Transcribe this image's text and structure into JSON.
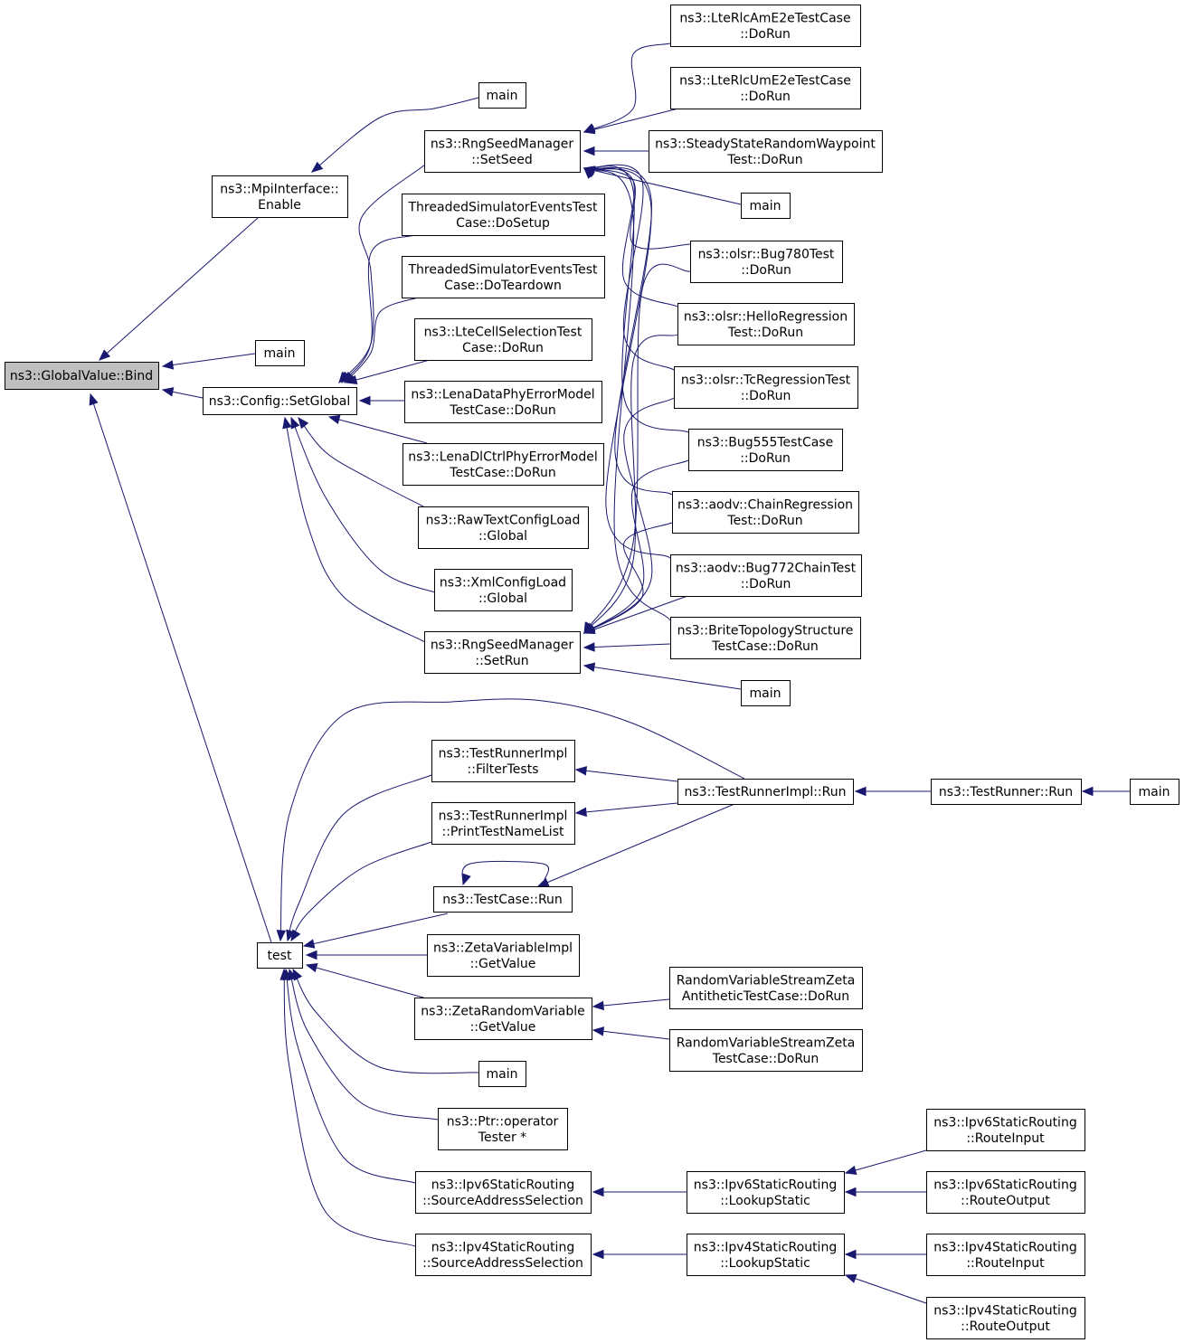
{
  "graph": {
    "colors": {
      "edge": "#191970",
      "root_fill": "#bfbfbf",
      "node_fill": "#ffffff",
      "border": "#000000"
    },
    "nodes": [
      {
        "id": "bind",
        "lines": [
          "ns3::GlobalValue::Bind"
        ],
        "root": true
      },
      {
        "id": "enable",
        "lines": [
          "ns3::MpiInterface::",
          "Enable"
        ]
      },
      {
        "id": "main_a",
        "lines": [
          "main"
        ]
      },
      {
        "id": "setglobal",
        "lines": [
          "ns3::Config::SetGlobal"
        ]
      },
      {
        "id": "test",
        "lines": [
          "test"
        ]
      },
      {
        "id": "main_b",
        "lines": [
          "main"
        ]
      },
      {
        "id": "setseed",
        "lines": [
          "ns3::RngSeedManager",
          "::SetSeed"
        ]
      },
      {
        "id": "tse_setup",
        "lines": [
          "ThreadedSimulatorEventsTest",
          "Case::DoSetup"
        ]
      },
      {
        "id": "tse_teardown",
        "lines": [
          "ThreadedSimulatorEventsTest",
          "Case::DoTeardown"
        ]
      },
      {
        "id": "ltecell",
        "lines": [
          "ns3::LteCellSelectionTest",
          "Case::DoRun"
        ]
      },
      {
        "id": "lenadata",
        "lines": [
          "ns3::LenaDataPhyErrorModel",
          "TestCase::DoRun"
        ]
      },
      {
        "id": "lenadl",
        "lines": [
          "ns3::LenaDlCtrlPhyErrorModel",
          "TestCase::DoRun"
        ]
      },
      {
        "id": "rawtext",
        "lines": [
          "ns3::RawTextConfigLoad",
          "::Global"
        ]
      },
      {
        "id": "xmlcfg",
        "lines": [
          "ns3::XmlConfigLoad",
          "::Global"
        ]
      },
      {
        "id": "setrun",
        "lines": [
          "ns3::RngSeedManager",
          "::SetRun"
        ]
      },
      {
        "id": "rlcam",
        "lines": [
          "ns3::LteRlcAmE2eTestCase",
          "::DoRun"
        ]
      },
      {
        "id": "rlcum",
        "lines": [
          "ns3::LteRlcUmE2eTestCase",
          "::DoRun"
        ]
      },
      {
        "id": "steady",
        "lines": [
          "ns3::SteadyStateRandomWaypoint",
          "Test::DoRun"
        ]
      },
      {
        "id": "main_c",
        "lines": [
          "main"
        ]
      },
      {
        "id": "bug780",
        "lines": [
          "ns3::olsr::Bug780Test",
          "::DoRun"
        ]
      },
      {
        "id": "hello",
        "lines": [
          "ns3::olsr::HelloRegression",
          "Test::DoRun"
        ]
      },
      {
        "id": "tcreg",
        "lines": [
          "ns3::olsr::TcRegressionTest",
          "::DoRun"
        ]
      },
      {
        "id": "bug555",
        "lines": [
          "ns3::Bug555TestCase",
          "::DoRun"
        ]
      },
      {
        "id": "chainreg",
        "lines": [
          "ns3::aodv::ChainRegression",
          "Test::DoRun"
        ]
      },
      {
        "id": "bug772",
        "lines": [
          "ns3::aodv::Bug772ChainTest",
          "::DoRun"
        ]
      },
      {
        "id": "brite",
        "lines": [
          "ns3::BriteTopologyStructure",
          "TestCase::DoRun"
        ]
      },
      {
        "id": "main_d",
        "lines": [
          "main"
        ]
      },
      {
        "id": "filtertests",
        "lines": [
          "ns3::TestRunnerImpl",
          "::FilterTests"
        ]
      },
      {
        "id": "printtest",
        "lines": [
          "ns3::TestRunnerImpl",
          "::PrintTestNameList"
        ]
      },
      {
        "id": "tcrun",
        "lines": [
          "ns3::TestCase::Run"
        ]
      },
      {
        "id": "zetaimpl",
        "lines": [
          "ns3::ZetaVariableImpl",
          "::GetValue"
        ]
      },
      {
        "id": "zetarv",
        "lines": [
          "ns3::ZetaRandomVariable",
          "::GetValue"
        ]
      },
      {
        "id": "main_e",
        "lines": [
          "main"
        ]
      },
      {
        "id": "ptrop",
        "lines": [
          "ns3::Ptr::operator",
          "Tester *"
        ]
      },
      {
        "id": "ipv6sas",
        "lines": [
          "ns3::Ipv6StaticRouting",
          "::SourceAddressSelection"
        ]
      },
      {
        "id": "ipv4sas",
        "lines": [
          "ns3::Ipv4StaticRouting",
          "::SourceAddressSelection"
        ]
      },
      {
        "id": "trimplrun",
        "lines": [
          "ns3::TestRunnerImpl::Run"
        ]
      },
      {
        "id": "zeta_anti",
        "lines": [
          "RandomVariableStreamZeta",
          "AntitheticTestCase::DoRun"
        ]
      },
      {
        "id": "zeta_tc",
        "lines": [
          "RandomVariableStreamZeta",
          "TestCase::DoRun"
        ]
      },
      {
        "id": "ipv6lookup",
        "lines": [
          "ns3::Ipv6StaticRouting",
          "::LookupStatic"
        ]
      },
      {
        "id": "ipv4lookup",
        "lines": [
          "ns3::Ipv4StaticRouting",
          "::LookupStatic"
        ]
      },
      {
        "id": "trrun",
        "lines": [
          "ns3::TestRunner::Run"
        ]
      },
      {
        "id": "ipv6rin",
        "lines": [
          "ns3::Ipv6StaticRouting",
          "::RouteInput"
        ]
      },
      {
        "id": "ipv6rout",
        "lines": [
          "ns3::Ipv6StaticRouting",
          "::RouteOutput"
        ]
      },
      {
        "id": "ipv4rin",
        "lines": [
          "ns3::Ipv4StaticRouting",
          "::RouteInput"
        ]
      },
      {
        "id": "ipv4rout",
        "lines": [
          "ns3::Ipv4StaticRouting",
          "::RouteOutput"
        ]
      },
      {
        "id": "main_f",
        "lines": [
          "main"
        ]
      }
    ],
    "edges": [
      [
        "enable",
        "bind"
      ],
      [
        "main_b",
        "bind"
      ],
      [
        "setglobal",
        "bind"
      ],
      [
        "test",
        "bind"
      ],
      [
        "main_a",
        "enable"
      ],
      [
        "setseed",
        "setglobal"
      ],
      [
        "tse_setup",
        "setglobal"
      ],
      [
        "tse_teardown",
        "setglobal"
      ],
      [
        "ltecell",
        "setglobal"
      ],
      [
        "lenadata",
        "setglobal"
      ],
      [
        "lenadl",
        "setglobal"
      ],
      [
        "rawtext",
        "setglobal"
      ],
      [
        "xmlcfg",
        "setglobal"
      ],
      [
        "setrun",
        "setglobal"
      ],
      [
        "rlcam",
        "setseed"
      ],
      [
        "rlcum",
        "setseed"
      ],
      [
        "steady",
        "setseed"
      ],
      [
        "main_c",
        "setseed"
      ],
      [
        "bug780",
        "setseed"
      ],
      [
        "hello",
        "setseed"
      ],
      [
        "tcreg",
        "setseed"
      ],
      [
        "bug555",
        "setseed"
      ],
      [
        "chainreg",
        "setseed"
      ],
      [
        "bug772",
        "setseed"
      ],
      [
        "brite",
        "setseed"
      ],
      [
        "bug780",
        "setrun"
      ],
      [
        "hello",
        "setrun"
      ],
      [
        "tcreg",
        "setrun"
      ],
      [
        "bug555",
        "setrun"
      ],
      [
        "chainreg",
        "setrun"
      ],
      [
        "bug772",
        "setrun"
      ],
      [
        "brite",
        "setrun"
      ],
      [
        "main_d",
        "setrun"
      ],
      [
        "filtertests",
        "test"
      ],
      [
        "printtest",
        "test"
      ],
      [
        "tcrun",
        "test"
      ],
      [
        "zetaimpl",
        "test"
      ],
      [
        "zetarv",
        "test"
      ],
      [
        "main_e",
        "test"
      ],
      [
        "ptrop",
        "test"
      ],
      [
        "ipv6sas",
        "test"
      ],
      [
        "ipv4sas",
        "test"
      ],
      [
        "trimplrun",
        "test"
      ],
      [
        "trimplrun",
        "filtertests"
      ],
      [
        "trimplrun",
        "printtest"
      ],
      [
        "trimplrun",
        "tcrun"
      ],
      [
        "tcrun",
        "tcrun"
      ],
      [
        "zeta_anti",
        "zetarv"
      ],
      [
        "zeta_tc",
        "zetarv"
      ],
      [
        "ipv6lookup",
        "ipv6sas"
      ],
      [
        "ipv4lookup",
        "ipv4sas"
      ],
      [
        "trrun",
        "trimplrun"
      ],
      [
        "main_f",
        "trrun"
      ],
      [
        "ipv6rin",
        "ipv6lookup"
      ],
      [
        "ipv6rout",
        "ipv6lookup"
      ],
      [
        "ipv4rin",
        "ipv4lookup"
      ],
      [
        "ipv4rout",
        "ipv4lookup"
      ]
    ]
  }
}
